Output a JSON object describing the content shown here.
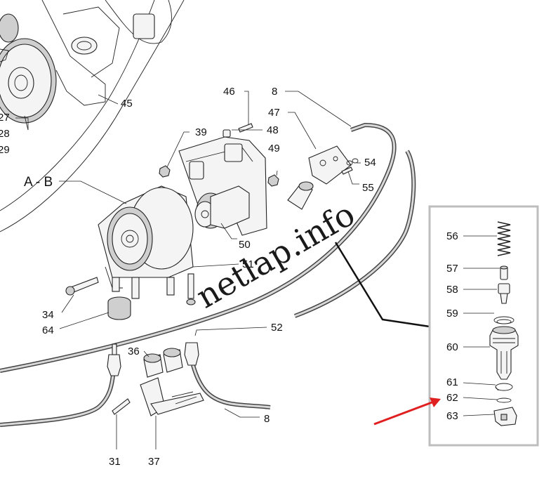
{
  "watermark": "netlap.info",
  "callout_left": "A - B",
  "part_labels": [
    {
      "id": "p45",
      "text": "45"
    },
    {
      "id": "p27",
      "text": "27"
    },
    {
      "id": "p28",
      "text": "28"
    },
    {
      "id": "p29",
      "text": "29"
    },
    {
      "id": "p46",
      "text": "46"
    },
    {
      "id": "p8a",
      "text": "8"
    },
    {
      "id": "p47",
      "text": "47"
    },
    {
      "id": "p39",
      "text": "39"
    },
    {
      "id": "p48",
      "text": "48"
    },
    {
      "id": "p49",
      "text": "49"
    },
    {
      "id": "p54",
      "text": "54"
    },
    {
      "id": "p55",
      "text": "55"
    },
    {
      "id": "p50",
      "text": "50"
    },
    {
      "id": "p51",
      "text": "51"
    },
    {
      "id": "p34",
      "text": "34"
    },
    {
      "id": "p64",
      "text": "64"
    },
    {
      "id": "p52",
      "text": "52"
    },
    {
      "id": "p36",
      "text": "36"
    },
    {
      "id": "p8b",
      "text": "8"
    },
    {
      "id": "p31",
      "text": "31"
    },
    {
      "id": "p37",
      "text": "37"
    }
  ],
  "detail_labels": [
    {
      "id": "d56",
      "text": "56"
    },
    {
      "id": "d57",
      "text": "57"
    },
    {
      "id": "d58",
      "text": "58"
    },
    {
      "id": "d59",
      "text": "59"
    },
    {
      "id": "d60",
      "text": "60"
    },
    {
      "id": "d61",
      "text": "61"
    },
    {
      "id": "d62",
      "text": "62"
    },
    {
      "id": "d63",
      "text": "63"
    }
  ],
  "colors": {
    "arrow": "#e02020",
    "frame": "#bdbdbd",
    "ink": "#222222"
  }
}
